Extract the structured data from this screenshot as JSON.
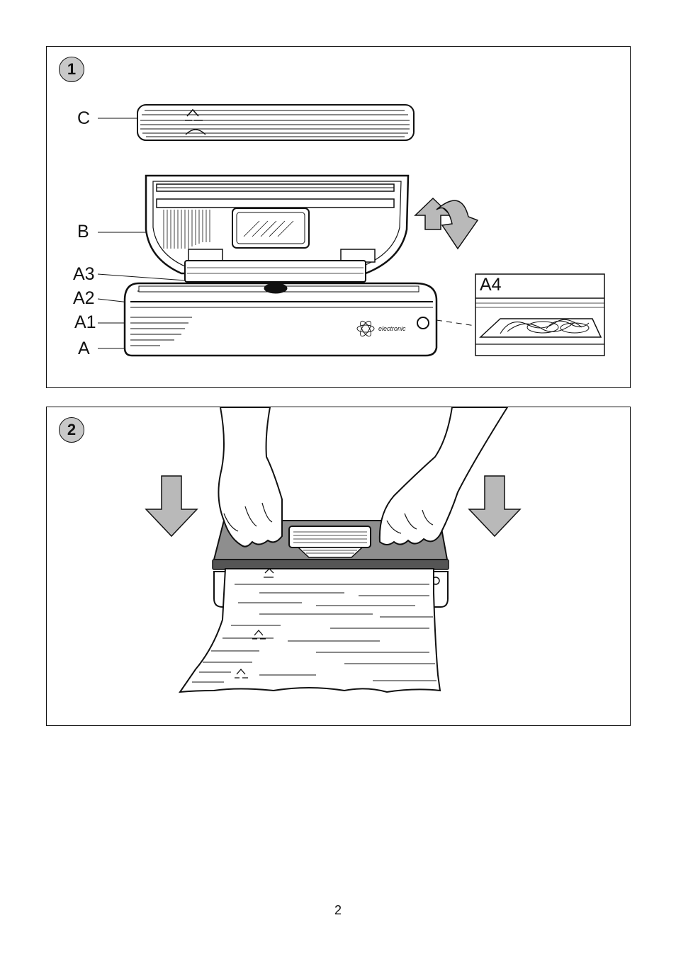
{
  "figure1": {
    "step_number": "1",
    "labels": {
      "C": "C",
      "B": "B",
      "A3": "A3",
      "A2": "A2",
      "A1": "A1",
      "A": "A",
      "A4": "A4"
    },
    "device_text": "electronic"
  },
  "figure2": {
    "step_number": "2"
  },
  "page_number": "2"
}
